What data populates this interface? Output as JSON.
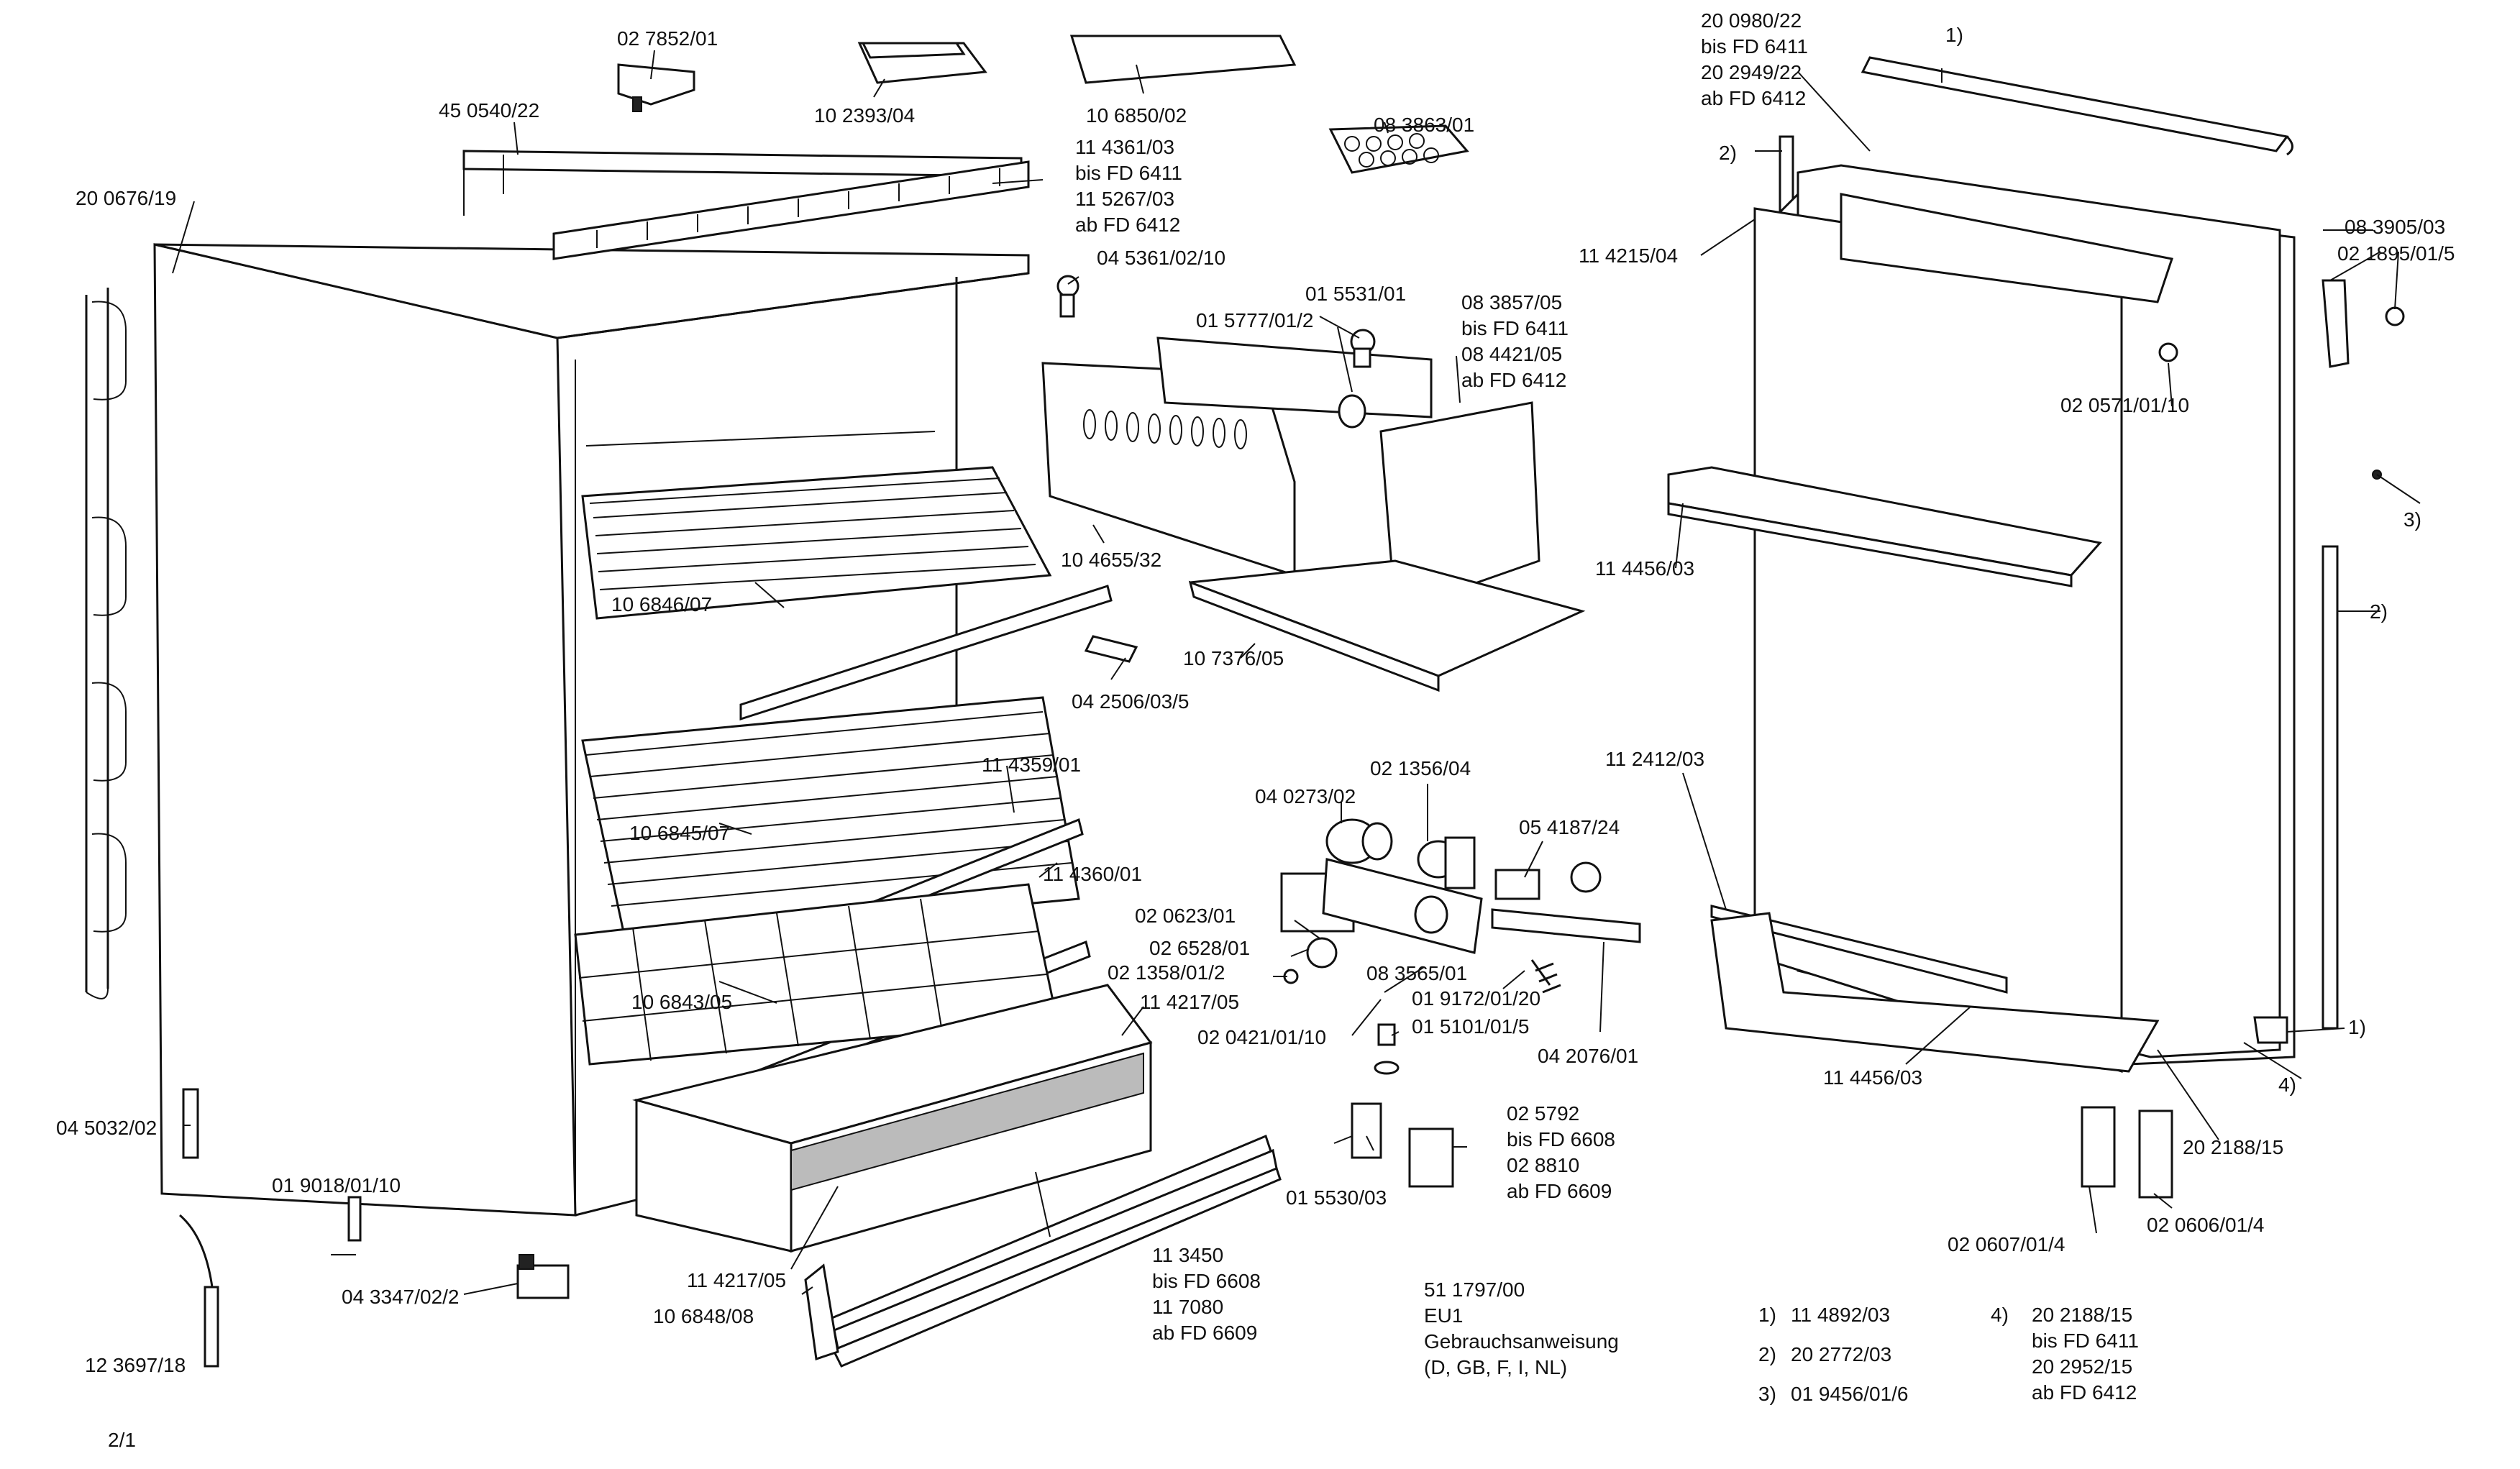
{
  "parts": {
    "p01": "02 7852/01",
    "p02": "10 2393/04",
    "p03": "10 6850/02",
    "p04": "45 0540/22",
    "p05": [
      "11 4361/03",
      "bis FD 6411",
      "11 5267/03",
      "ab FD 6412"
    ],
    "p06": "08 3863/01",
    "p07": "20 0676/19",
    "p08": "04 5361/02/10",
    "p09": "01 5531/01",
    "p10": "01 5777/01/2",
    "p11": [
      "08 3857/05",
      "bis FD 6411",
      "08 4421/05",
      "ab FD 6412"
    ],
    "p12": "10 6846/07",
    "p13": "10 4655/32",
    "p14": "10 7376/05",
    "p15": "04 2506/03/5",
    "p16": "11 4359/01",
    "p17": "10 6845/07",
    "p18": "11 4360/01",
    "p19": "02 1356/04",
    "p20": "04 0273/02",
    "p21": "05 4187/24",
    "p22": "02 0623/01",
    "p23": "02 6528/01",
    "p24": "02 1358/01/2",
    "p25": "08 3565/01",
    "p26": "01 9172/01/20",
    "p27": "10 6843/05",
    "p28": "11 4217/05",
    "p29": "02 0421/01/10",
    "p30": "01 5101/01/5",
    "p31": "04 2076/01",
    "p32": "04 5032/02",
    "p33": "01 9018/01/10",
    "p34": [
      "02 5792",
      "bis FD 6608",
      "02 8810",
      "ab FD 6609"
    ],
    "p35": "01 5530/03",
    "p36": "04 3347/02/2",
    "p37": "11 4217/05",
    "p38": [
      "11 3450",
      "bis FD 6608",
      "11 7080",
      "ab FD 6609"
    ],
    "p39": "10 6848/08",
    "p40": "12 3697/18",
    "p41": [
      "20 0980/22",
      "bis FD 6411",
      "20 2949/22",
      "ab FD 6412"
    ],
    "p42": "1)",
    "p43": "2)",
    "p44": "11 4215/04",
    "p45": "08 3905/03",
    "p46": "02 1895/01/5",
    "p47": "02 0571/01/10",
    "p48": "3)",
    "p49": "11 4456/03",
    "p50": "2)",
    "p51": "11 2412/03",
    "p52": "1)",
    "p53": "11 4456/03",
    "p54": "4)",
    "p55": "20 2188/15",
    "p56": "02 0607/01/4",
    "p57": "02 0606/01/4"
  },
  "doc": [
    "51 1797/00",
    "EU1",
    "Gebrauchsanweisung",
    "(D, GB, F, I, NL)"
  ],
  "notes": {
    "n1_key": "1)",
    "n1_val": "11 4892/03",
    "n2_key": "2)",
    "n2_val": "20 2772/03",
    "n3_key": "3)",
    "n3_val": "01 9456/01/6",
    "n4_key": "4)",
    "n4_val": [
      "20 2188/15",
      "bis FD 6411",
      "20 2952/15",
      "ab FD 6412"
    ]
  },
  "page_number": "2/1"
}
